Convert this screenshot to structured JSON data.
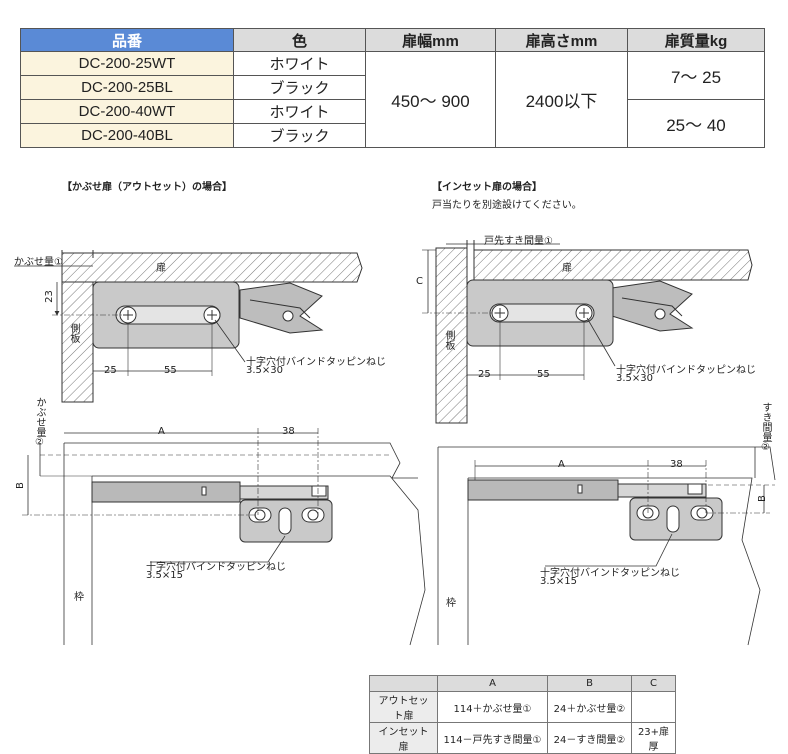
{
  "spec_table": {
    "headers": [
      "品番",
      "色",
      "扉幅mm",
      "扉高さmm",
      "扉質量kg"
    ],
    "rows": [
      {
        "code": "DC-200-25WT",
        "color": "ホワイト"
      },
      {
        "code": "DC-200-25BL",
        "color": "ブラック"
      },
      {
        "code": "DC-200-40WT",
        "color": "ホワイト"
      },
      {
        "code": "DC-200-40BL",
        "color": "ブラック"
      }
    ],
    "door_width": "450～ 900",
    "door_height": "2400以下",
    "mass_1": "7～ 25",
    "mass_2": "25～ 40"
  },
  "captions": {
    "outset_title": "【かぶせ扉（アウトセット）の場合】",
    "inset_title": "【インセット扉の場合】",
    "inset_note": "戸当たりを別途設けてください。"
  },
  "labels": {
    "door": "扉",
    "side_panel": "側板",
    "frame": "枠",
    "overlap_1": "かぶせ量①",
    "overlap_2": "かぶせ量②",
    "tip_gap_1": "戸先すき間量①",
    "gap_2": "すき間量②",
    "screw_name": "十字穴付バインドタッピンねじ",
    "screw_size_a": "3.5×30",
    "screw_size_b": "3.5×15",
    "dim_25": "25",
    "dim_55": "55",
    "dim_23": "23",
    "dim_38": "38",
    "dim_A": "A",
    "dim_B": "B",
    "dim_C": "C"
  },
  "abc_table": {
    "headers": [
      "",
      "A",
      "B",
      "C"
    ],
    "rows": [
      [
        "アウトセット扉",
        "114＋かぶせ量①",
        "24＋かぶせ量②",
        ""
      ],
      [
        "インセット扉",
        "114－戸先すき間量①",
        "24－すき間量②",
        "23+扉厚"
      ]
    ]
  },
  "colors": {
    "header_blue": "#5a8ad6",
    "header_gray": "#dcdcdc",
    "code_cell": "#fbf4de",
    "hardware": "#c9c9c9"
  }
}
